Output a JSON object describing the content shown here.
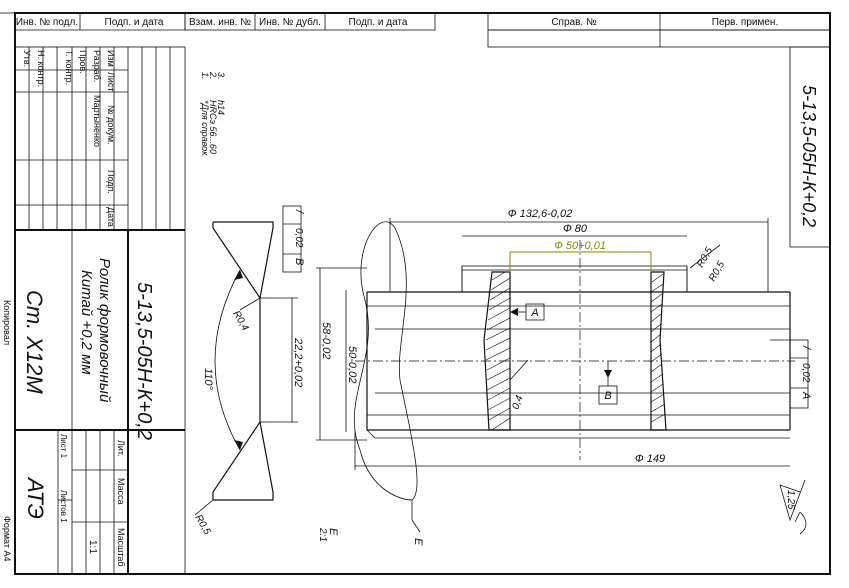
{
  "top_strip": {
    "inv_podl": "Инв. № подл.",
    "podp_data": "Подп. и дата",
    "vzam_inv": "Взам. инв. №",
    "inv_dubl": "Инв. № дубл.",
    "podp_data2": "Подп. и дата",
    "sprav": "Справ. №",
    "perv_primen": "Перв. примен."
  },
  "designation": "5-13,5-05Н-К+0,2",
  "designation_top": "5-13,5-05Н-К+0,2",
  "part_name_line1": "Ролик формовочный",
  "part_name_line2": "Китай +0,2 мм",
  "material": "Ст. Х12М",
  "organization": "АТЭ",
  "stamp": {
    "izm": "Изм",
    "list": "Лист",
    "n_dokum": "№ докум.",
    "podp": "Подп.",
    "data": "Дата",
    "razrab": "Разраб.",
    "prov": "Пров.",
    "t_kontr": "Т. контр.",
    "n_kontr": "Н. контр.",
    "utv": "Утв.",
    "razrab_name": "Мартыненко",
    "lit": "Лит.",
    "massa": "Масса",
    "masshtab": "Масштаб",
    "scale_value": "1:1",
    "list_label": "Лист 1",
    "listov_label": "Листов 1"
  },
  "kopiroval": "Копировал",
  "format": "Формат А4",
  "notes": {
    "n1_num": "1.",
    "n1_text": "*Для справок",
    "n2_num": "2.",
    "n2_text": "HRCэ 56...60",
    "n3_num": "3.",
    "n3_text": "h14"
  },
  "dimensions": {
    "d132": "Ф 132,6-0,02",
    "d80": "Ф 80",
    "d50": "Ф 50+0,01",
    "d149": "Ф 149",
    "d58": "58-0,02",
    "d50w": "50-0,02",
    "d22": "22,2+0,02",
    "r05a": "R0,5",
    "r05b": "R0,5",
    "r05c": "R0,5",
    "r04": "R0,4",
    "ang110": "110°",
    "c04": "0,4",
    "ra": "1,25"
  },
  "datums": {
    "a": "A",
    "b": "B",
    "e": "E",
    "e_scale": "2:1"
  },
  "tolerance": {
    "sym": "/",
    "val": "0,02",
    "base_b": "B",
    "base_a": "A"
  }
}
